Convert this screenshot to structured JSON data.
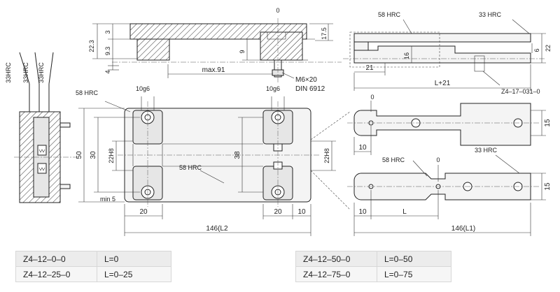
{
  "labels": {
    "hrc58": "58 HRC",
    "hrc33": "33 HRC",
    "hrc33_nospace": "33HRC",
    "zero": "0",
    "dim_22_3": "22.3",
    "dim_3": "3",
    "dim_9_3": "9.3",
    "dim_4": "4",
    "dim_9": "9",
    "dim_17_5": "17.5",
    "max91": "max.91",
    "bolt": "M6×20",
    "din": "DIN 6912",
    "dim_16": "16",
    "dim_6": "6",
    "dim_22": "22",
    "dim_21": "21",
    "l21": "L+21",
    "part_no": "Z4–17–031–0",
    "g6": "10g6",
    "dim_50": "50",
    "dim_30": "30",
    "h8": "22H8",
    "dim_38": "38",
    "min5": "min 5",
    "dim_20": "20",
    "dim_10": "10",
    "len_l2": "146(L2",
    "dim_15": "15",
    "l": "L",
    "len_l1": "146(L1)"
  },
  "table_left": [
    {
      "code": "Z4–12–0–0",
      "value": "L=0"
    },
    {
      "code": "Z4–12–25–0",
      "value": "L=0–25"
    }
  ],
  "table_right": [
    {
      "code": "Z4–12–50–0",
      "value": "L=0–50"
    },
    {
      "code": "Z4–12–75–0",
      "value": "L=0–75"
    }
  ]
}
